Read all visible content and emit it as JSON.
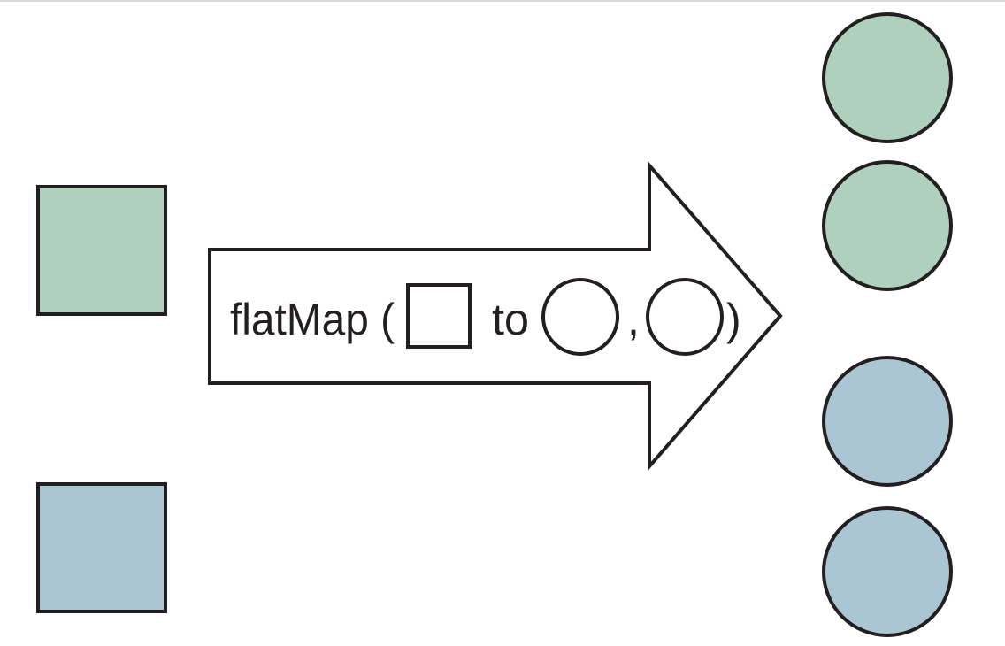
{
  "colors": {
    "green": "#aed0bc",
    "blue": "#aac6d4",
    "stroke": "#231f20",
    "background": "#ffffff"
  },
  "arrow": {
    "function_name": "flatMap (",
    "to_word": "to",
    "comma": ",",
    "close_paren": ")"
  },
  "inputs": [
    {
      "shape": "square",
      "color": "green"
    },
    {
      "shape": "square",
      "color": "blue"
    }
  ],
  "outputs": [
    {
      "shape": "circle",
      "color": "green"
    },
    {
      "shape": "circle",
      "color": "green"
    },
    {
      "shape": "circle",
      "color": "blue"
    },
    {
      "shape": "circle",
      "color": "blue"
    }
  ]
}
